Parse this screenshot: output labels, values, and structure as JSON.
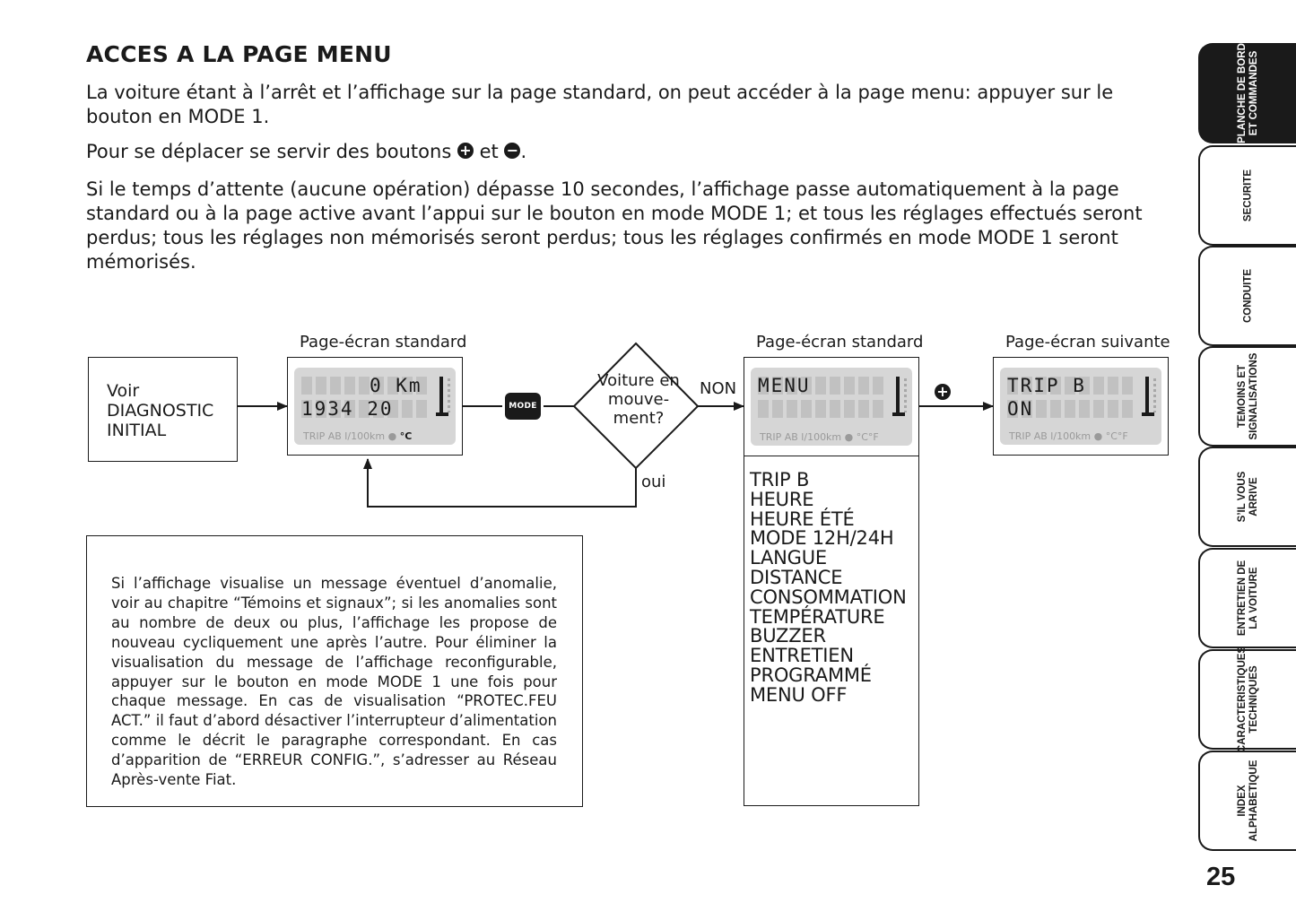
{
  "heading": "ACCES A LA PAGE MENU",
  "paragraphs": {
    "p1": "La voiture étant à l’arrêt et l’affichage sur la page standard, on peut accéder à la page menu: appuyer sur le bouton en MODE 1.",
    "p2_before": "Pour se déplacer se servir des boutons ",
    "p2_mid": " et ",
    "p2_after": ".",
    "p3": "Si le temps d’attente (aucune opération) dépasse 10 secondes, l’affichage passe automatiquement à la page standard ou à la page active avant l’appui sur le bouton en mode MODE 1; et tous les réglages effectués seront perdus; tous les réglages non mémorisés seront perdus; tous les réglages confirmés en mode MODE 1 seront mémorisés."
  },
  "symbols": {
    "plus": "+",
    "minus": "−"
  },
  "diagram": {
    "diag_box": [
      "Voir",
      "DIAGNOSTIC",
      "INITIAL"
    ],
    "screen1": {
      "label": "Page-écran standard",
      "line1": "0 Km",
      "line2": "1934  20",
      "units": "TRIP AB l/100km",
      "unit_active": "°C"
    },
    "mode_button": "MODE 1",
    "decision": "Voiture en mouve-ment?",
    "no_label": "NON",
    "yes_label": "oui",
    "screen2": {
      "label": "Page-écran standard",
      "line1": "MENU",
      "line2": "",
      "units": "TRIP AB l/100km",
      "unit_active": "°C°F"
    },
    "screen3": {
      "label": "Page-écran suivante",
      "line1": "TRIP B",
      "line2": "ON",
      "units": "TRIP AB l/100km",
      "unit_active": "°C°F"
    },
    "menu_items": [
      "TRIP B",
      "HEURE",
      "HEURE ÉTÉ",
      "MODE 12H/24H",
      "LANGUE",
      "DISTANCE",
      "CONSOMMATION",
      "TEMPÉRATURE",
      "BUZZER",
      "ENTRETIEN",
      "PROGRAMMÉ",
      "MENU OFF"
    ]
  },
  "note": "Si l’affichage visualise un message éventuel d’anomalie, voir au chapitre “Témoins et signaux”; si les anomalies sont au nombre de deux ou plus, l’affichage les propose de nouveau cycliquement une après l’autre. Pour éliminer la visualisation du message de l’affichage reconfigurable, appuyer sur le bouton en mode MODE 1 une fois pour chaque message. En cas de visualisation “PROTEC.FEU ACT.” il faut d’abord désactiver l’interrupteur d’alimentation comme le décrit le paragraphe correspondant. En cas d’apparition de “ERREUR CONFIG.”, s’adresser au Réseau Après-vente Fiat.",
  "tabs": [
    {
      "label": "PLANCHE DE BORD\nET COMMANDES",
      "active": true
    },
    {
      "label": "SECURITE",
      "active": false
    },
    {
      "label": "CONDUITE",
      "active": false
    },
    {
      "label": "TEMOINS ET\nSIGNALISATIONS",
      "active": false
    },
    {
      "label": "S’IL VOUS\nARRIVE",
      "active": false
    },
    {
      "label": "ENTRETIEN DE\nLA VOITURE",
      "active": false
    },
    {
      "label": "CARACTERISTIQUES\nTECHNIQUES",
      "active": false
    },
    {
      "label": "INDEX\nALPHABETIQUE",
      "active": false
    }
  ],
  "page_number": "25"
}
